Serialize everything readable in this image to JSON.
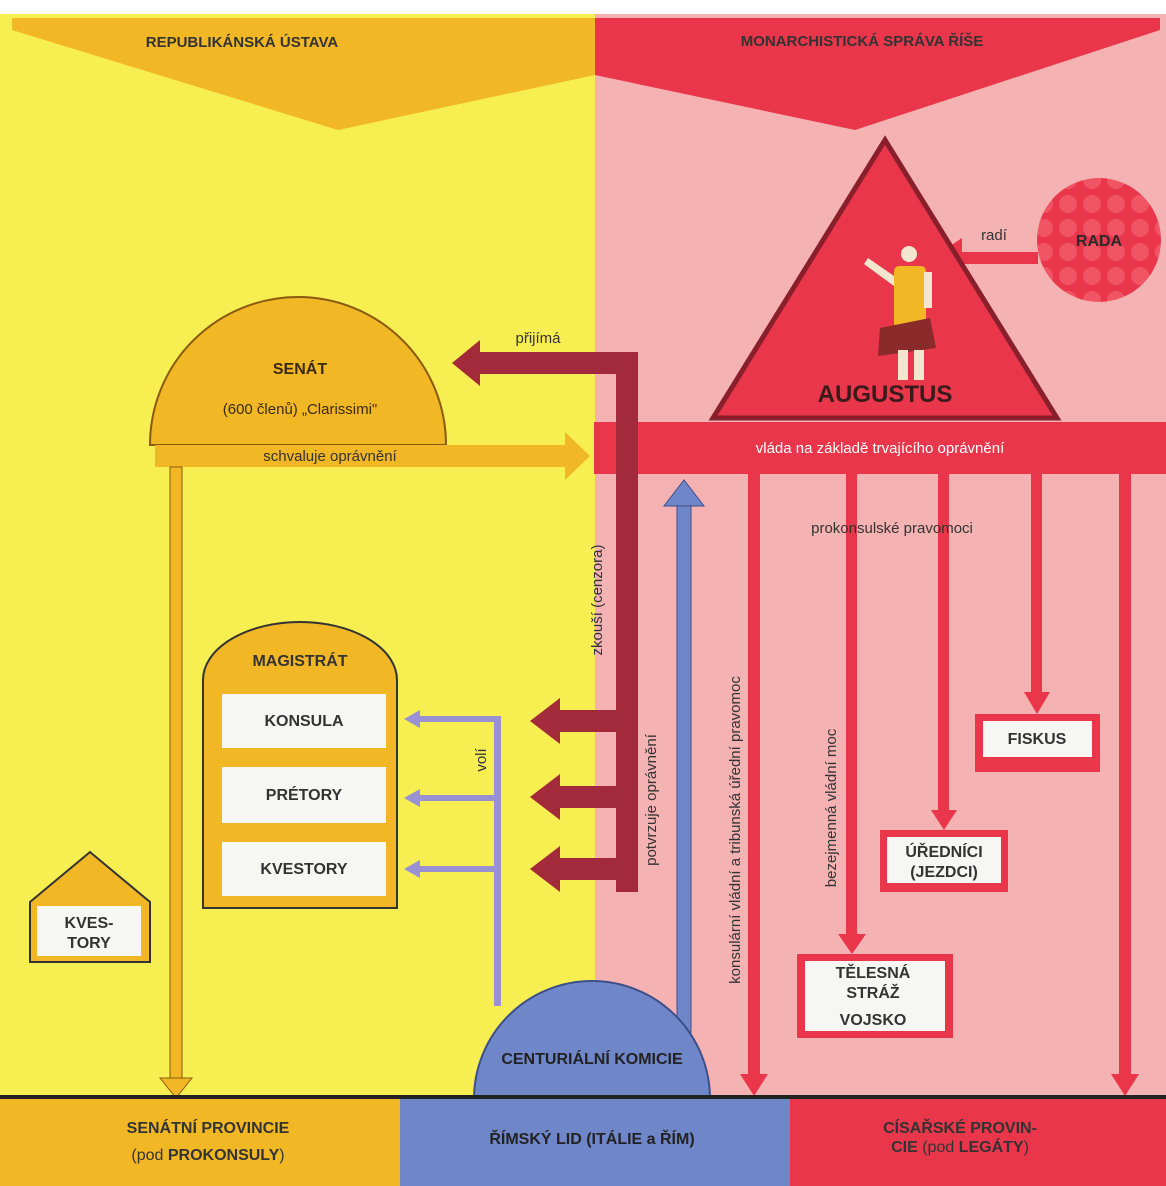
{
  "headers": {
    "left": "REPUBLIKÁNSKÁ ÚSTAVA",
    "right": "MONARCHISTICKÁ SPRÁVA ŘÍŠE"
  },
  "augustus": {
    "name": "AUGUSTUS",
    "bar_label": "vláda na základě trvajícího oprávnění"
  },
  "rada": {
    "label": "RADA",
    "arrow_label": "radí"
  },
  "senat": {
    "title": "SENÁT",
    "subtitle": "(600 členů) „Clarissimi\""
  },
  "arrows": {
    "prijima": "přijímá",
    "schvaluje": "schvaluje oprávnění",
    "zkousi": "zkouší (cenzora)",
    "potvrzuje": "potvrzuje oprávnění",
    "voli": "volí",
    "prokonsulske": "prokonsulské pravomoci",
    "konsularni": "konsulární vládní a tribunská úřední pravomoc",
    "bezejmenna": "bezejmenná vládní moc"
  },
  "magistrat": {
    "title": "MAGISTRÁT",
    "items": [
      "KONSULA",
      "PRÉTORY",
      "KVESTORY"
    ]
  },
  "kvestory_house": {
    "line1": "KVES-",
    "line2": "TORY"
  },
  "fiskus": "FISKUS",
  "urednici": {
    "line1": "ÚŘEDNÍCI",
    "line2": "(JEZDCI)"
  },
  "telesna": {
    "line1": "TĚLESNÁ",
    "line2": "STRÁŽ",
    "line3": "VOJSKO"
  },
  "komicie": "CENTURIÁLNÍ KOMICIE",
  "bottom": {
    "senatni_line1": "SENÁTNÍ PROVINCIE",
    "senatni_pre": "(pod ",
    "senatni_bold": "PROKONSULY",
    "senatni_post": ")",
    "lid": "ŘÍMSKÝ LID (ITÁLIE a ŘÍM)",
    "cisarske_line1": "CÍSAŘSKÉ PROVIN-",
    "cisarske_pre": "CIE",
    "cisarske_mid": " (pod ",
    "cisarske_bold": "LEGÁTY",
    "cisarske_post": ")"
  },
  "colors": {
    "yellow_bg": "#f7ee52",
    "pink_bg": "#f5b2b2",
    "gold": "#f2b724",
    "red": "#e9364b",
    "blue": "#6f86c8",
    "dark_red": "#a32a3a",
    "lavender": "#9a90d4"
  }
}
